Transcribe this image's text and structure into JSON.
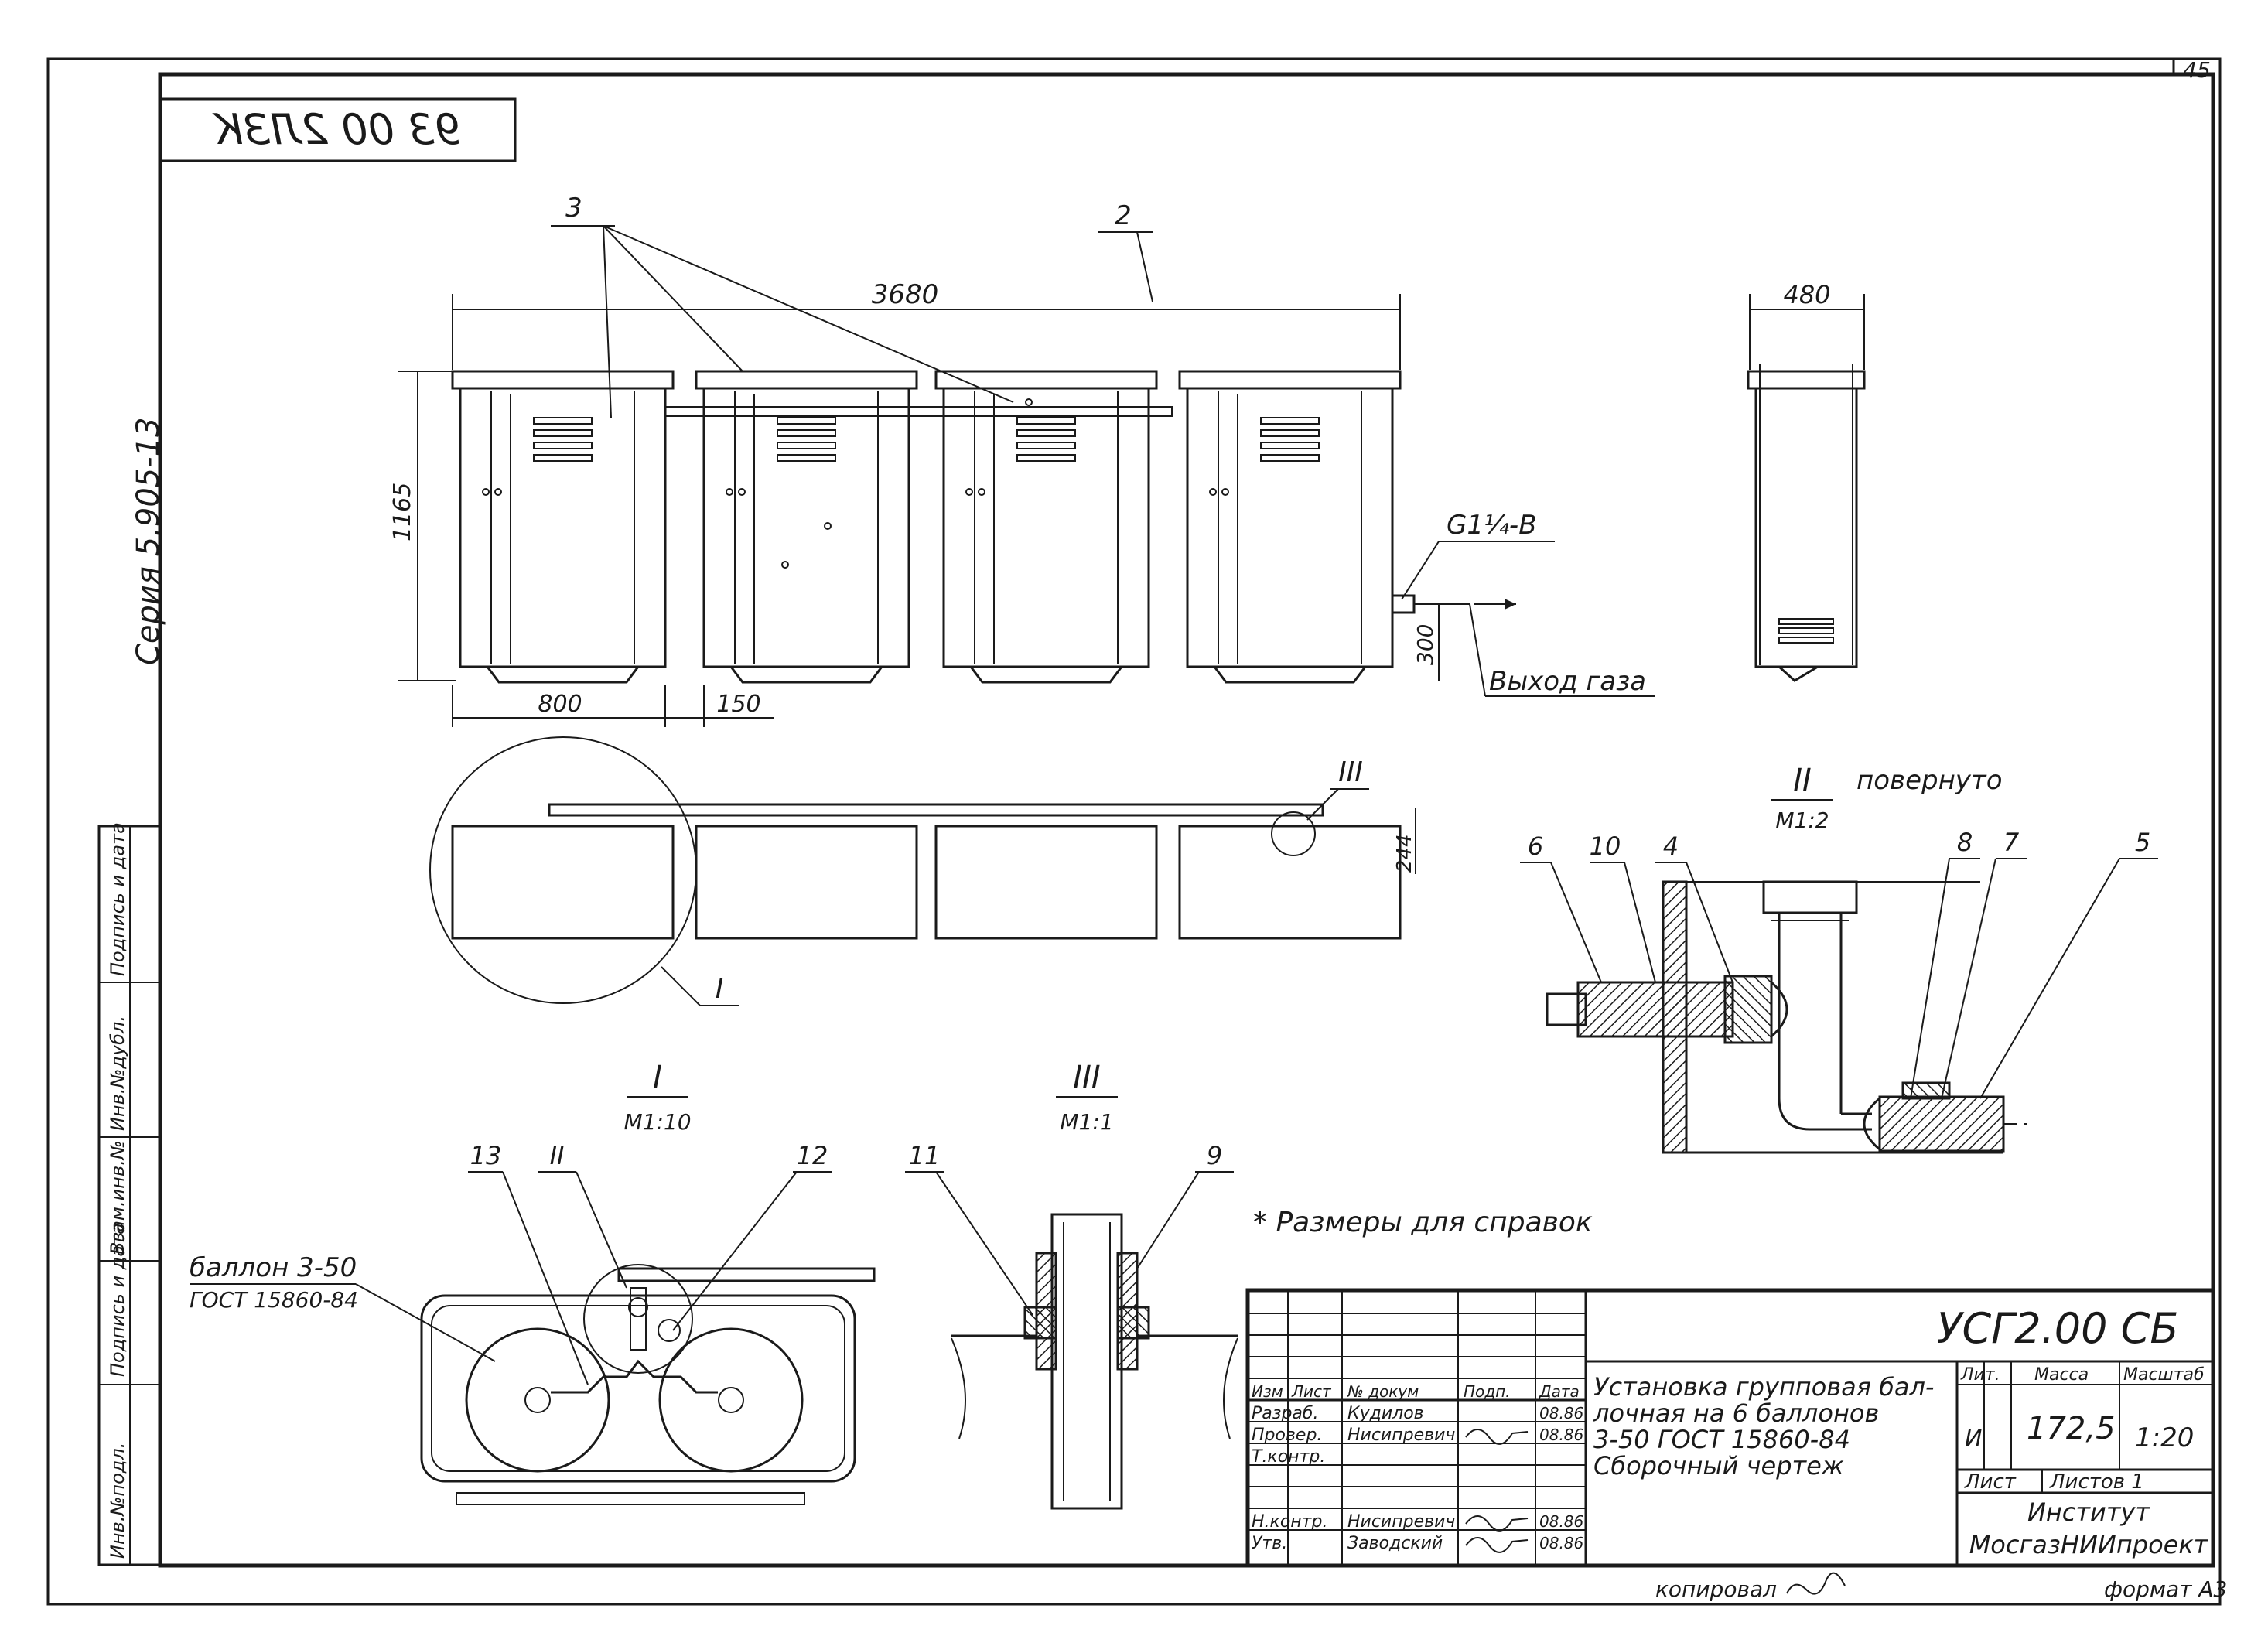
{
  "sheet": {
    "page_number": "45",
    "top_code": "93 00 2ЛЗК",
    "series": "Серия 5.905-13",
    "copied_by_label": "копировал",
    "format_label": "формат А3",
    "line_color": "#1a1a1a",
    "paper_color": "#ffffff"
  },
  "left_strip": {
    "labels": [
      "Инв.№подл.",
      "Подпись и дата",
      "Взам.инв.№",
      "Инв.№дубл.",
      "Подпись и дата"
    ]
  },
  "dimensions": {
    "overall_length": "3680",
    "height": "1165",
    "cabinet_width": "800",
    "gap": "150",
    "outlet_height": "300",
    "side_depth": "480",
    "plan_depth": "244"
  },
  "callouts": {
    "item_3": "3",
    "item_2": "2",
    "thread": "G1¼-B",
    "gas_outlet": "Выход газа",
    "view_III_marker": "III",
    "view_I_marker": "I"
  },
  "detail_II": {
    "title": "II",
    "subtitle": "повернуто",
    "scale": "М1:2",
    "items": [
      "6",
      "10",
      "4",
      "8",
      "7",
      "5"
    ]
  },
  "detail_I": {
    "title": "I",
    "scale": "М1:10",
    "items": [
      "13",
      "II",
      "12"
    ],
    "cylinder_label": "баллон 3-50",
    "cylinder_standard": "ГОСТ 15860-84"
  },
  "detail_III": {
    "title": "III",
    "scale": "М1:1",
    "items": [
      "11",
      "9"
    ]
  },
  "note": "* Размеры для справок",
  "title_block": {
    "designation": "УСГ2.00 СБ",
    "name_lines": [
      "Установка групповая бал-",
      "лочная на 6 баллонов",
      "3-50  ГОСТ 15860-84",
      "Сборочный  чертеж"
    ],
    "header": [
      "Изм",
      "Лист",
      "№ докум",
      "Подп.",
      "Дата"
    ],
    "rows": [
      {
        "role": "Разраб.",
        "name": "Кудилов",
        "date": "08.86"
      },
      {
        "role": "Провер.",
        "name": "Нисипревич",
        "date": "08.86"
      },
      {
        "role": "Т.контр.",
        "name": "",
        "date": ""
      },
      {
        "role": "Н.контр.",
        "name": "Нисипревич",
        "date": "08.86"
      },
      {
        "role": "Утв.",
        "name": "Заводский",
        "date": "08.86"
      }
    ],
    "lit_label": "Лит.",
    "mass_label": "Масса",
    "scale_label": "Масштаб",
    "lit_value": "И",
    "mass_value": "172,5",
    "scale_value": "1:20",
    "sheet_label": "Лист",
    "sheets_label": "Листов 1",
    "org_line1": "Институт",
    "org_line2": "МосгазНИИпроект"
  }
}
